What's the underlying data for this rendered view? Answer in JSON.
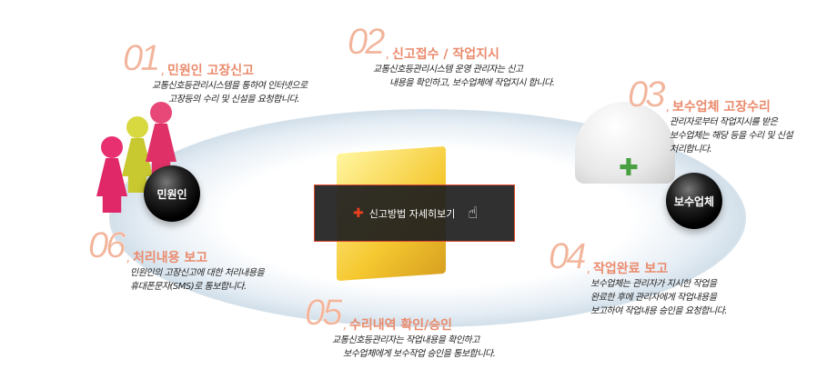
{
  "steps": [
    {
      "num": "01",
      "title": "민원인 고장신고",
      "lines": [
        "교통신호등관리시스템을 통하여 인터넷으로",
        "고장등의 수리 및 신설을 요청합니다."
      ]
    },
    {
      "num": "02",
      "title": "신고접수 / 작업지시",
      "lines": [
        "교통신호등관리시스템 운영 관리자는 신고",
        "내용을 확인하고, 보수업체에 작업지시 합니다."
      ]
    },
    {
      "num": "03",
      "title": "보수업체 고장수리",
      "lines": [
        "관리자로부터 작업지시를 받은",
        "보수업체는 해당 등을 수리 및 신설",
        "처리합니다."
      ]
    },
    {
      "num": "04",
      "title": "작업완료 보고",
      "lines": [
        "보수업체는 관리자가 지시한 작업을",
        "완료한 후에 관리자에게 작업내용을",
        "보고하여 작업내용 승인을 요청합니다."
      ]
    },
    {
      "num": "05",
      "title": "수리내역 확인/승인",
      "lines": [
        "교통신호등관리자는 작업내용을 확인하고",
        "보수업체에게 보수작업 승인을 통보합니다."
      ]
    },
    {
      "num": "06",
      "title": "처리내용 보고",
      "lines": [
        "민원인의 고장신고에 대한 처리내용을",
        "휴대폰문자(SMS)로 통보합니다."
      ]
    }
  ],
  "badges": {
    "citizen": "민원인",
    "contractor": "보수업체"
  },
  "cta": {
    "label": "신고방법 자세히보기"
  }
}
